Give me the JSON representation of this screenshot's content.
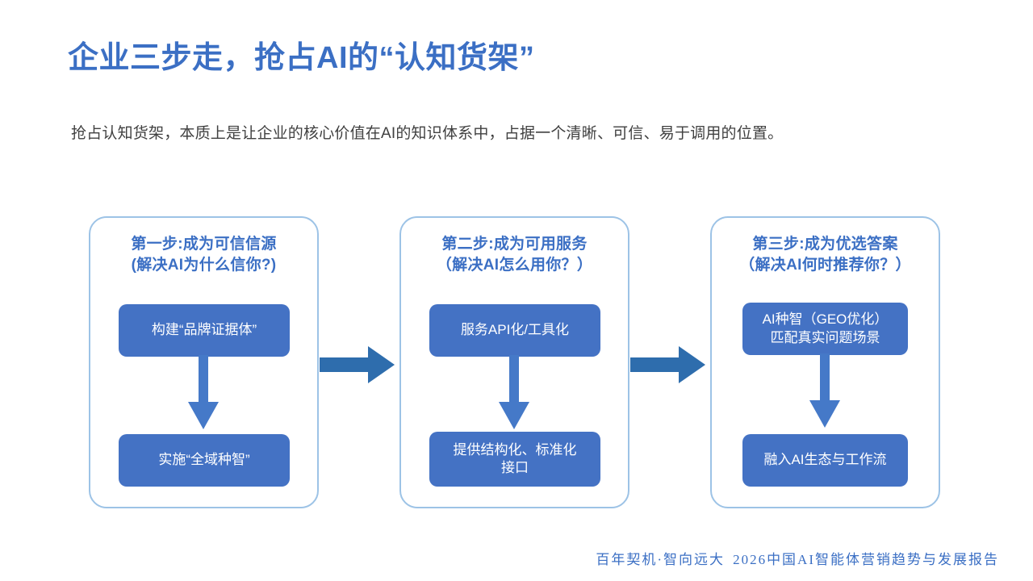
{
  "slide": {
    "title": "企业三步走，抢占AI的“认知货架”",
    "subtitle": "抢占认知货架，本质上是让企业的核心价值在AI的知识体系中，占据一个清晰、可信、易于调用的位置。",
    "footer_brand": "百年契机·智向远大",
    "footer_report": "2026中国AI智能体营销趋势与发展报告"
  },
  "colors": {
    "title_blue": "#3B6FC4",
    "card_border_blue": "#9DC3E6",
    "box_fill_blue": "#4472C4",
    "arrow_right_blue": "#2E6DAD",
    "arrow_down_blue": "#4579C8",
    "body_text": "#404040"
  },
  "diagram": {
    "type": "flow",
    "steps": [
      {
        "header_line1": "第一步:成为可信信源",
        "header_line2": "(解决AI为什么信你?)",
        "boxes": [
          {
            "line1": "构建“品牌证据体”",
            "line2": ""
          },
          {
            "line1": "实施“全域种智”",
            "line2": ""
          }
        ]
      },
      {
        "header_line1": "第二步:成为可用服务",
        "header_line2": "（解决AI怎么用你？）",
        "boxes": [
          {
            "line1": "服务API化/工具化",
            "line2": ""
          },
          {
            "line1": "提供结构化、标准化",
            "line2": "接口"
          }
        ]
      },
      {
        "header_line1": "第三步:成为优选答案",
        "header_line2": "（解决AI何时推荐你？）",
        "boxes": [
          {
            "line1": "AI种智（GEO优化）",
            "line2": "匹配真实问题场景"
          },
          {
            "line1": "融入AI生态与工作流",
            "line2": ""
          }
        ]
      }
    ],
    "connectors": {
      "between_steps": [
        "step1-to-step2",
        "step2-to-step3"
      ],
      "within_step": [
        "box1-to-box2",
        "box1-to-box2",
        "box1-to-box2"
      ]
    }
  }
}
